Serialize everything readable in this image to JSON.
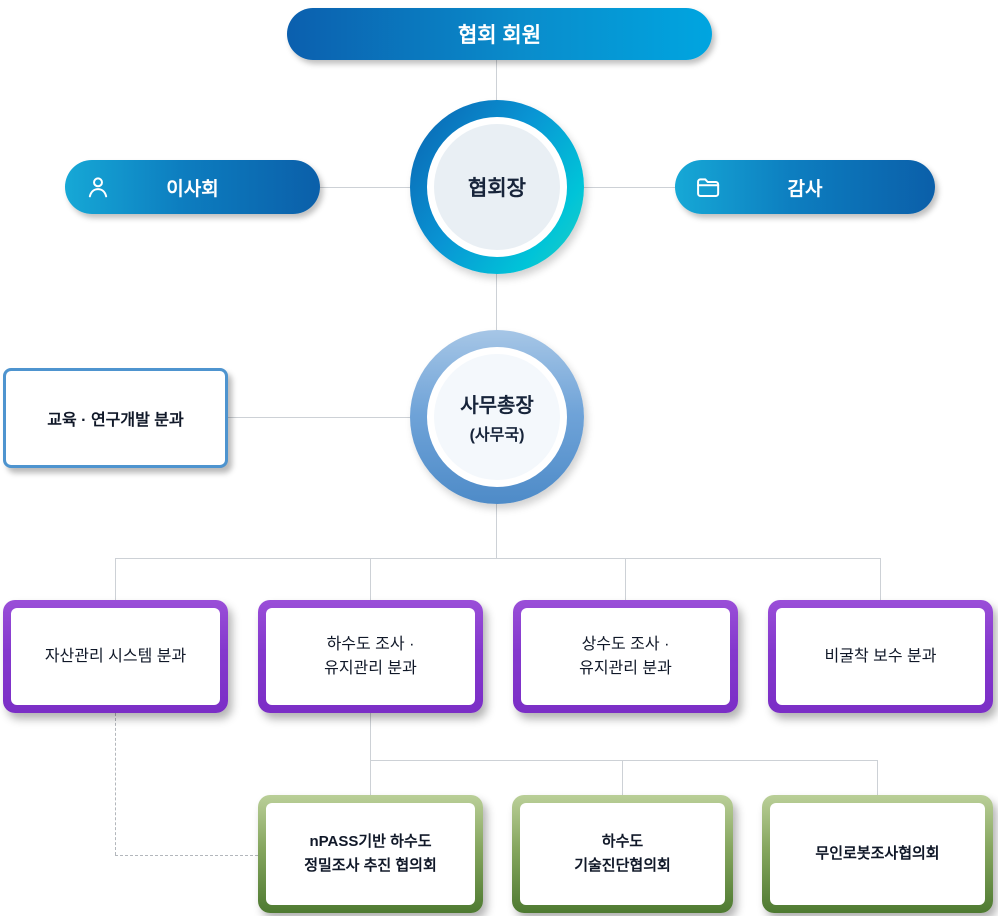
{
  "nodes": {
    "members": {
      "label": "협회 회원"
    },
    "chairman": {
      "label": "협회장"
    },
    "board": {
      "label": "이사회",
      "icon": "person-icon"
    },
    "auditor": {
      "label": "감사",
      "icon": "folder-icon"
    },
    "secretary": {
      "line1": "사무총장",
      "line2": "(사무국)"
    },
    "education": {
      "label": "교육 · 연구개발 분과"
    },
    "subcommittees": [
      {
        "line1": "자산관리 시스템 분과",
        "line2": ""
      },
      {
        "line1": "하수도 조사 ·",
        "line2": "유지관리 분과"
      },
      {
        "line1": "상수도 조사 ·",
        "line2": "유지관리 분과"
      },
      {
        "line1": "비굴착 보수 분과",
        "line2": ""
      }
    ],
    "councils": [
      {
        "line1": "nPASS기반 하수도",
        "line2": "정밀조사 추진 협의회"
      },
      {
        "line1": "하수도",
        "line2": "기술진단협의회"
      },
      {
        "line1": "무인로봇조사협의회",
        "line2": ""
      }
    ]
  },
  "colors": {
    "banner_blue_dark": "#0b5fae",
    "banner_blue_bright": "#00a5e0",
    "chairman_ring_teal": "#26cfc0",
    "chairman_inner": "#e9eff4",
    "secretary_ring_blue": "#6fa3d8",
    "education_border_blue": "#4e94cf",
    "subcommittee_purple": "#7b2ec6",
    "council_green": "#4e7a31",
    "connector_gray": "#cdd1d6"
  }
}
